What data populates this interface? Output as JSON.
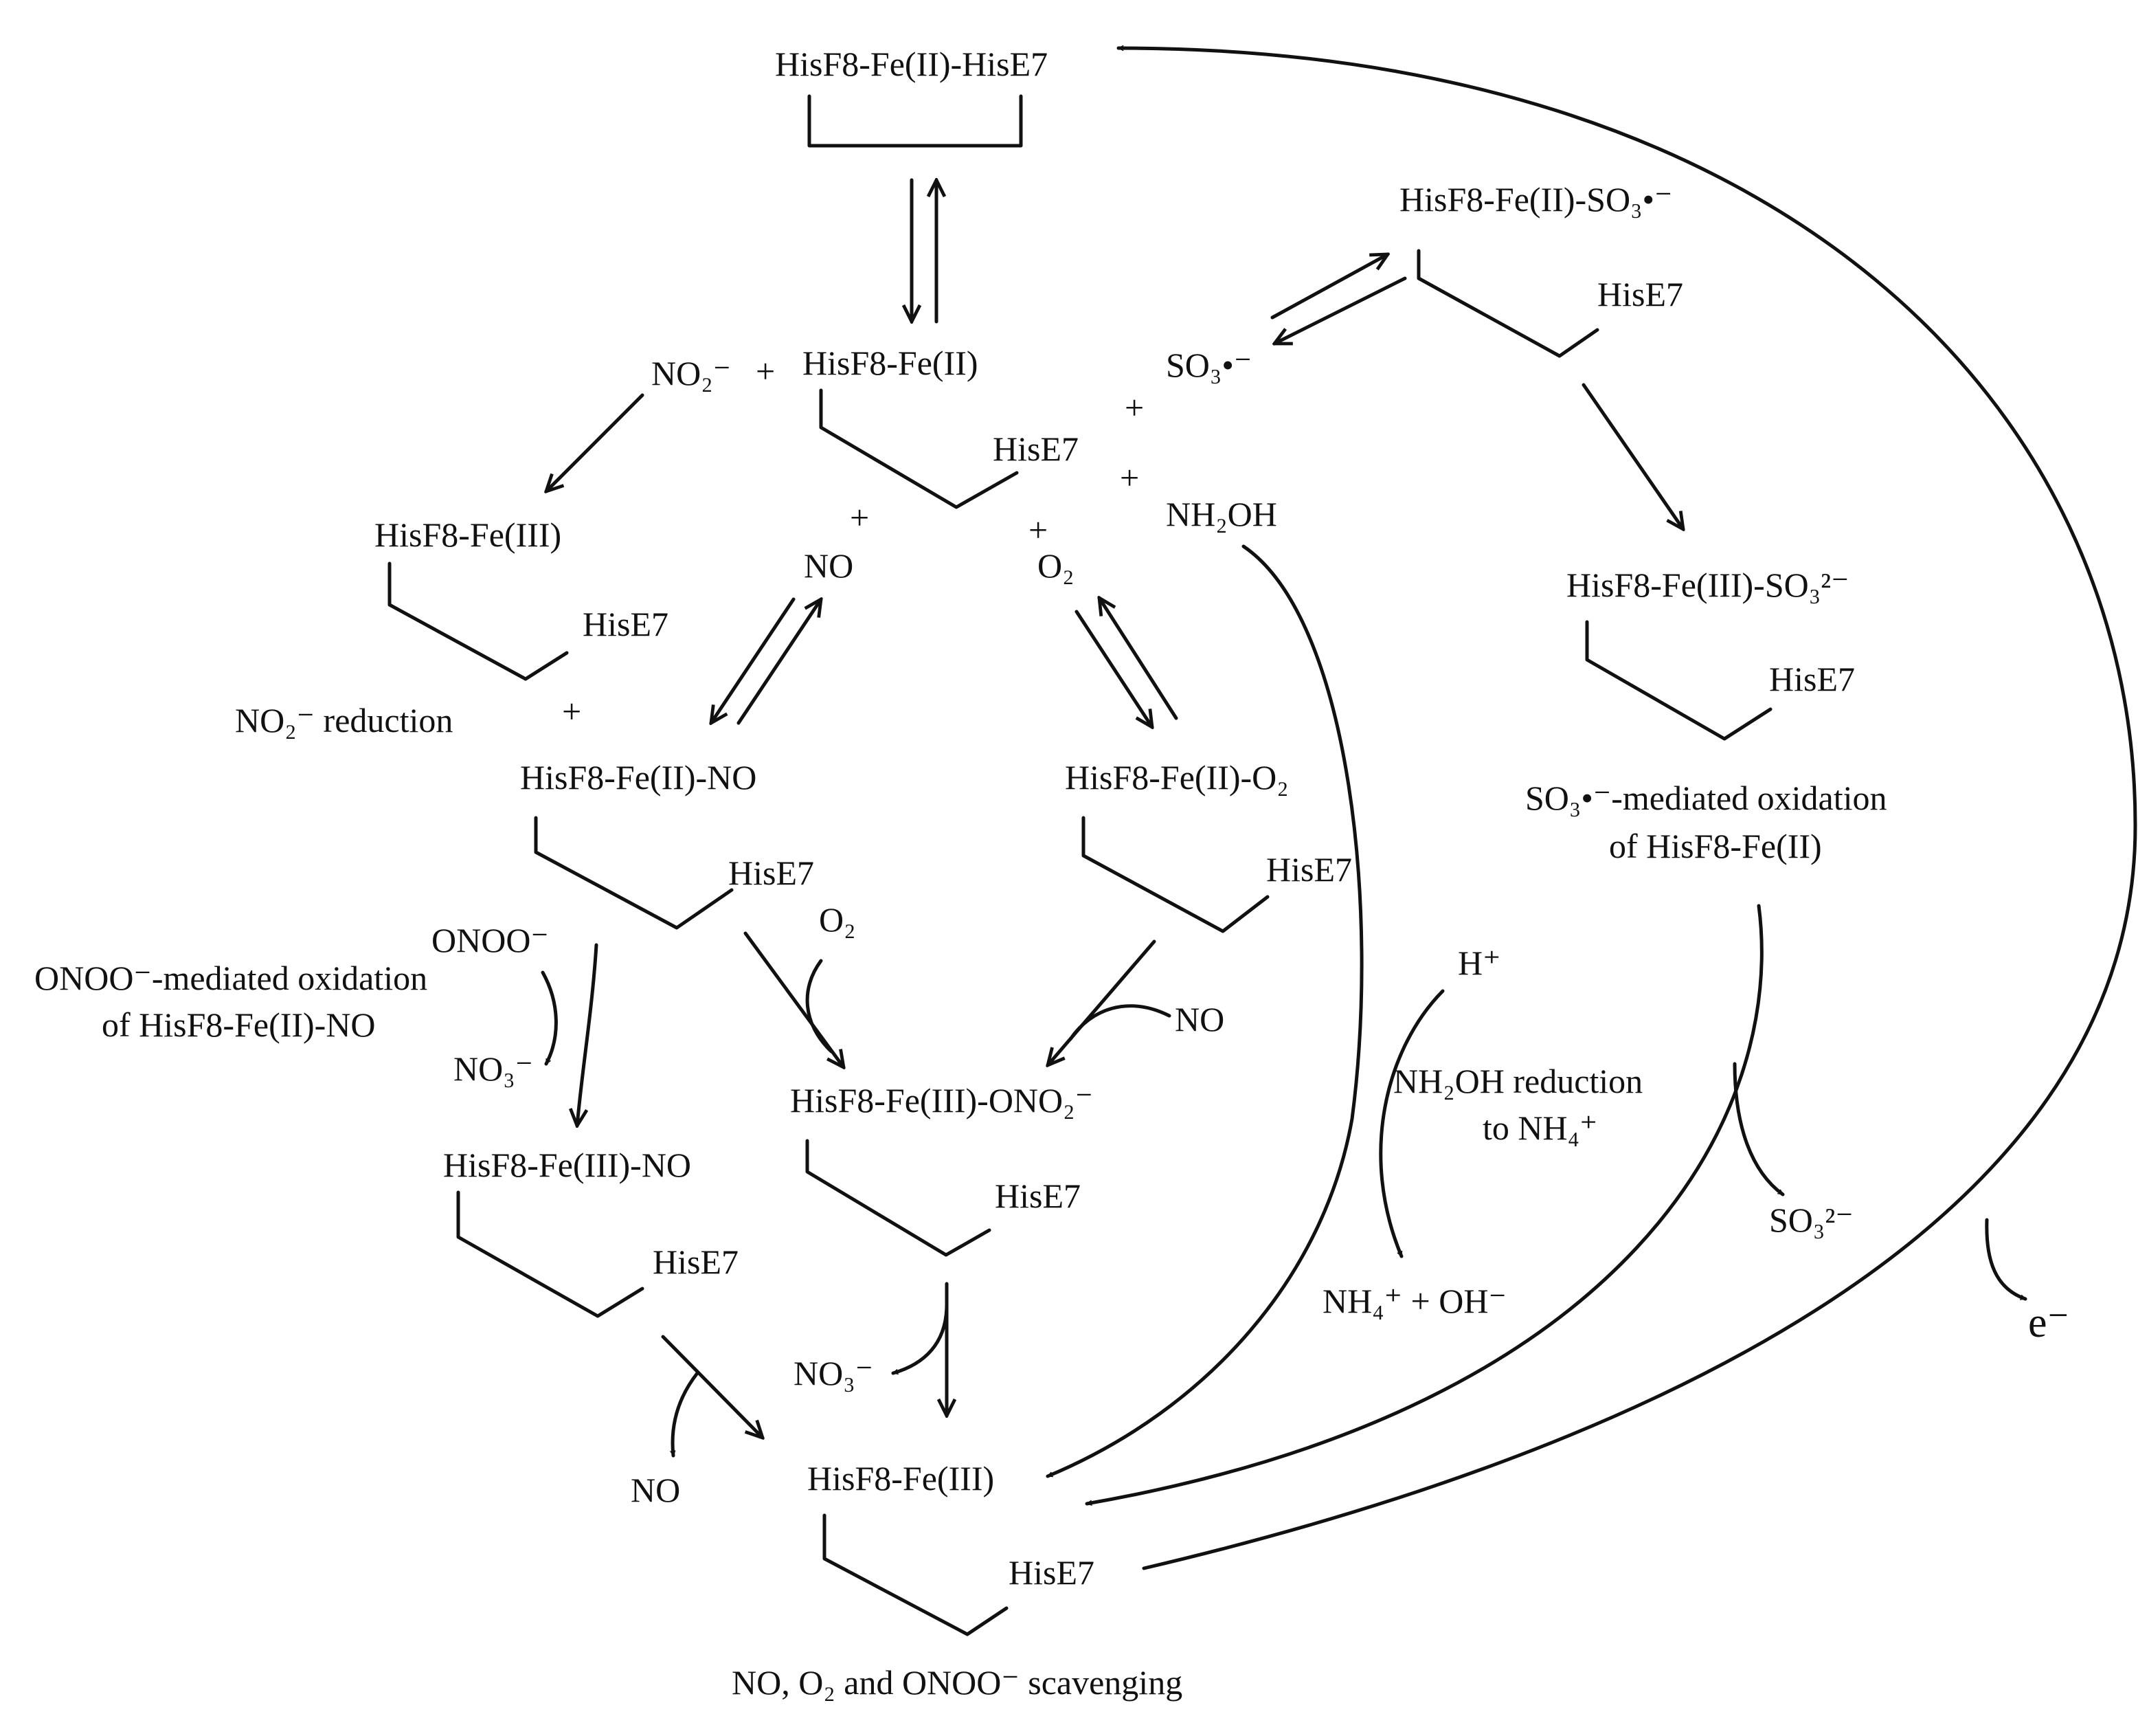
{
  "species": {
    "hexa_top": "HisF8-Fe(II)-HisE7",
    "penta_fe2": "HisF8-Fe(II)",
    "fe3_left": "HisF8-Fe(III)",
    "fe2_no": "HisF8-Fe(II)-NO",
    "fe2_o2": "HisF8-Fe(II)-O₂",
    "fe3_no": "HisF8-Fe(III)-NO",
    "fe3_ono2": "HisF8-Fe(III)-ONO₂⁻",
    "fe3_bottom": "HisF8-Fe(III)",
    "fe2_so3": "HisF8-Fe(II)-SO₃•⁻",
    "fe3_so3": "HisF8-Fe(III)-SO₃²⁻",
    "his_e7": "HisE7"
  },
  "reagents": {
    "nitrite_top": "NO₂⁻",
    "no_top": "NO",
    "o2_top": "O₂",
    "sulfite_radical": "SO₃•⁻",
    "hydroxylamine": "NH₂OH",
    "peroxynitrite": "ONOO⁻",
    "nitrate_left": "NO₃⁻",
    "o2_mid": "O₂",
    "no_mid": "NO",
    "nitrate_bottom": "NO₃⁻",
    "no_bottom": "NO",
    "proton": "H⁺",
    "ammonium_products": "NH₄⁺ + OH⁻",
    "sulfite_product": "SO₃²⁻",
    "electron": "e⁻",
    "plus": "+"
  },
  "process_labels": {
    "nitrite_reduction": "NO₂⁻ reduction",
    "onoo_oxidation_line1": "ONOO⁻-mediated oxidation",
    "onoo_oxidation_line2": "of HisF8-Fe(II)-NO",
    "so3_oxidation_line1": "SO₃•⁻-mediated oxidation",
    "so3_oxidation_line2": "of HisF8-Fe(II)",
    "nh2oh_reduction_line1": "NH₂OH reduction",
    "nh2oh_reduction_line2": "to NH₄⁺",
    "scavenging": "NO, O₂ and ONOO⁻ scavenging"
  }
}
